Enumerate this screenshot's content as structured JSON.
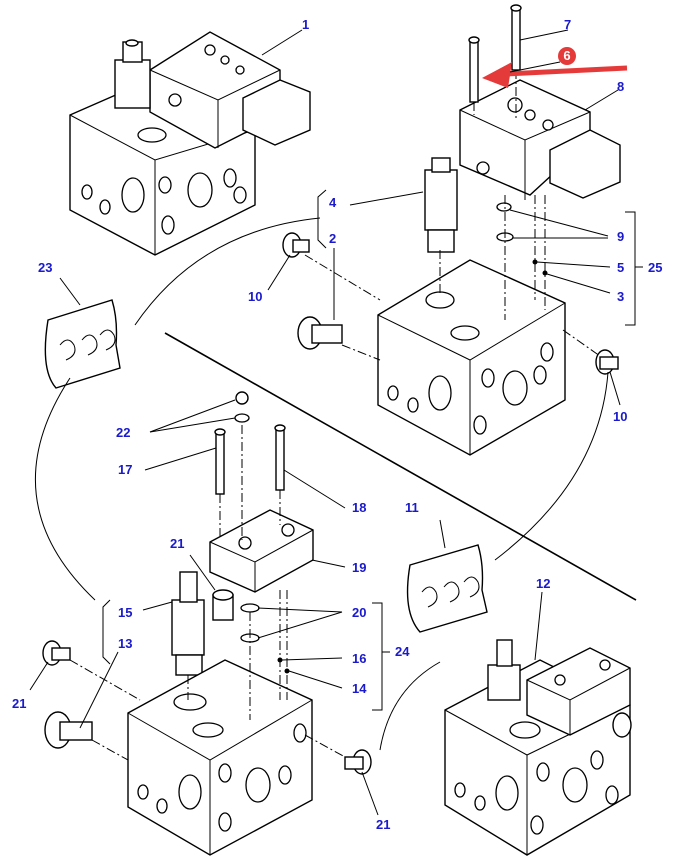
{
  "diagram": {
    "type": "exploded parts diagram",
    "accent_color": "#1a1acc",
    "highlight_color": "#e53a3a",
    "labels": [
      {
        "id": "1",
        "text": "1"
      },
      {
        "id": "2",
        "text": "2"
      },
      {
        "id": "3",
        "text": "3"
      },
      {
        "id": "4",
        "text": "4"
      },
      {
        "id": "5",
        "text": "5"
      },
      {
        "id": "7",
        "text": "7"
      },
      {
        "id": "8",
        "text": "8"
      },
      {
        "id": "9",
        "text": "9"
      },
      {
        "id": "10a",
        "text": "10"
      },
      {
        "id": "10b",
        "text": "10"
      },
      {
        "id": "11",
        "text": "11"
      },
      {
        "id": "12",
        "text": "12"
      },
      {
        "id": "13",
        "text": "13"
      },
      {
        "id": "14",
        "text": "14"
      },
      {
        "id": "15",
        "text": "15"
      },
      {
        "id": "16",
        "text": "16"
      },
      {
        "id": "17",
        "text": "17"
      },
      {
        "id": "18",
        "text": "18"
      },
      {
        "id": "19",
        "text": "19"
      },
      {
        "id": "20",
        "text": "20"
      },
      {
        "id": "21a",
        "text": "21"
      },
      {
        "id": "21b",
        "text": "21"
      },
      {
        "id": "21c",
        "text": "21"
      },
      {
        "id": "22",
        "text": "22"
      },
      {
        "id": "23",
        "text": "23"
      },
      {
        "id": "24",
        "text": "24"
      },
      {
        "id": "25",
        "text": "25"
      }
    ],
    "callout": {
      "text": "6"
    }
  }
}
